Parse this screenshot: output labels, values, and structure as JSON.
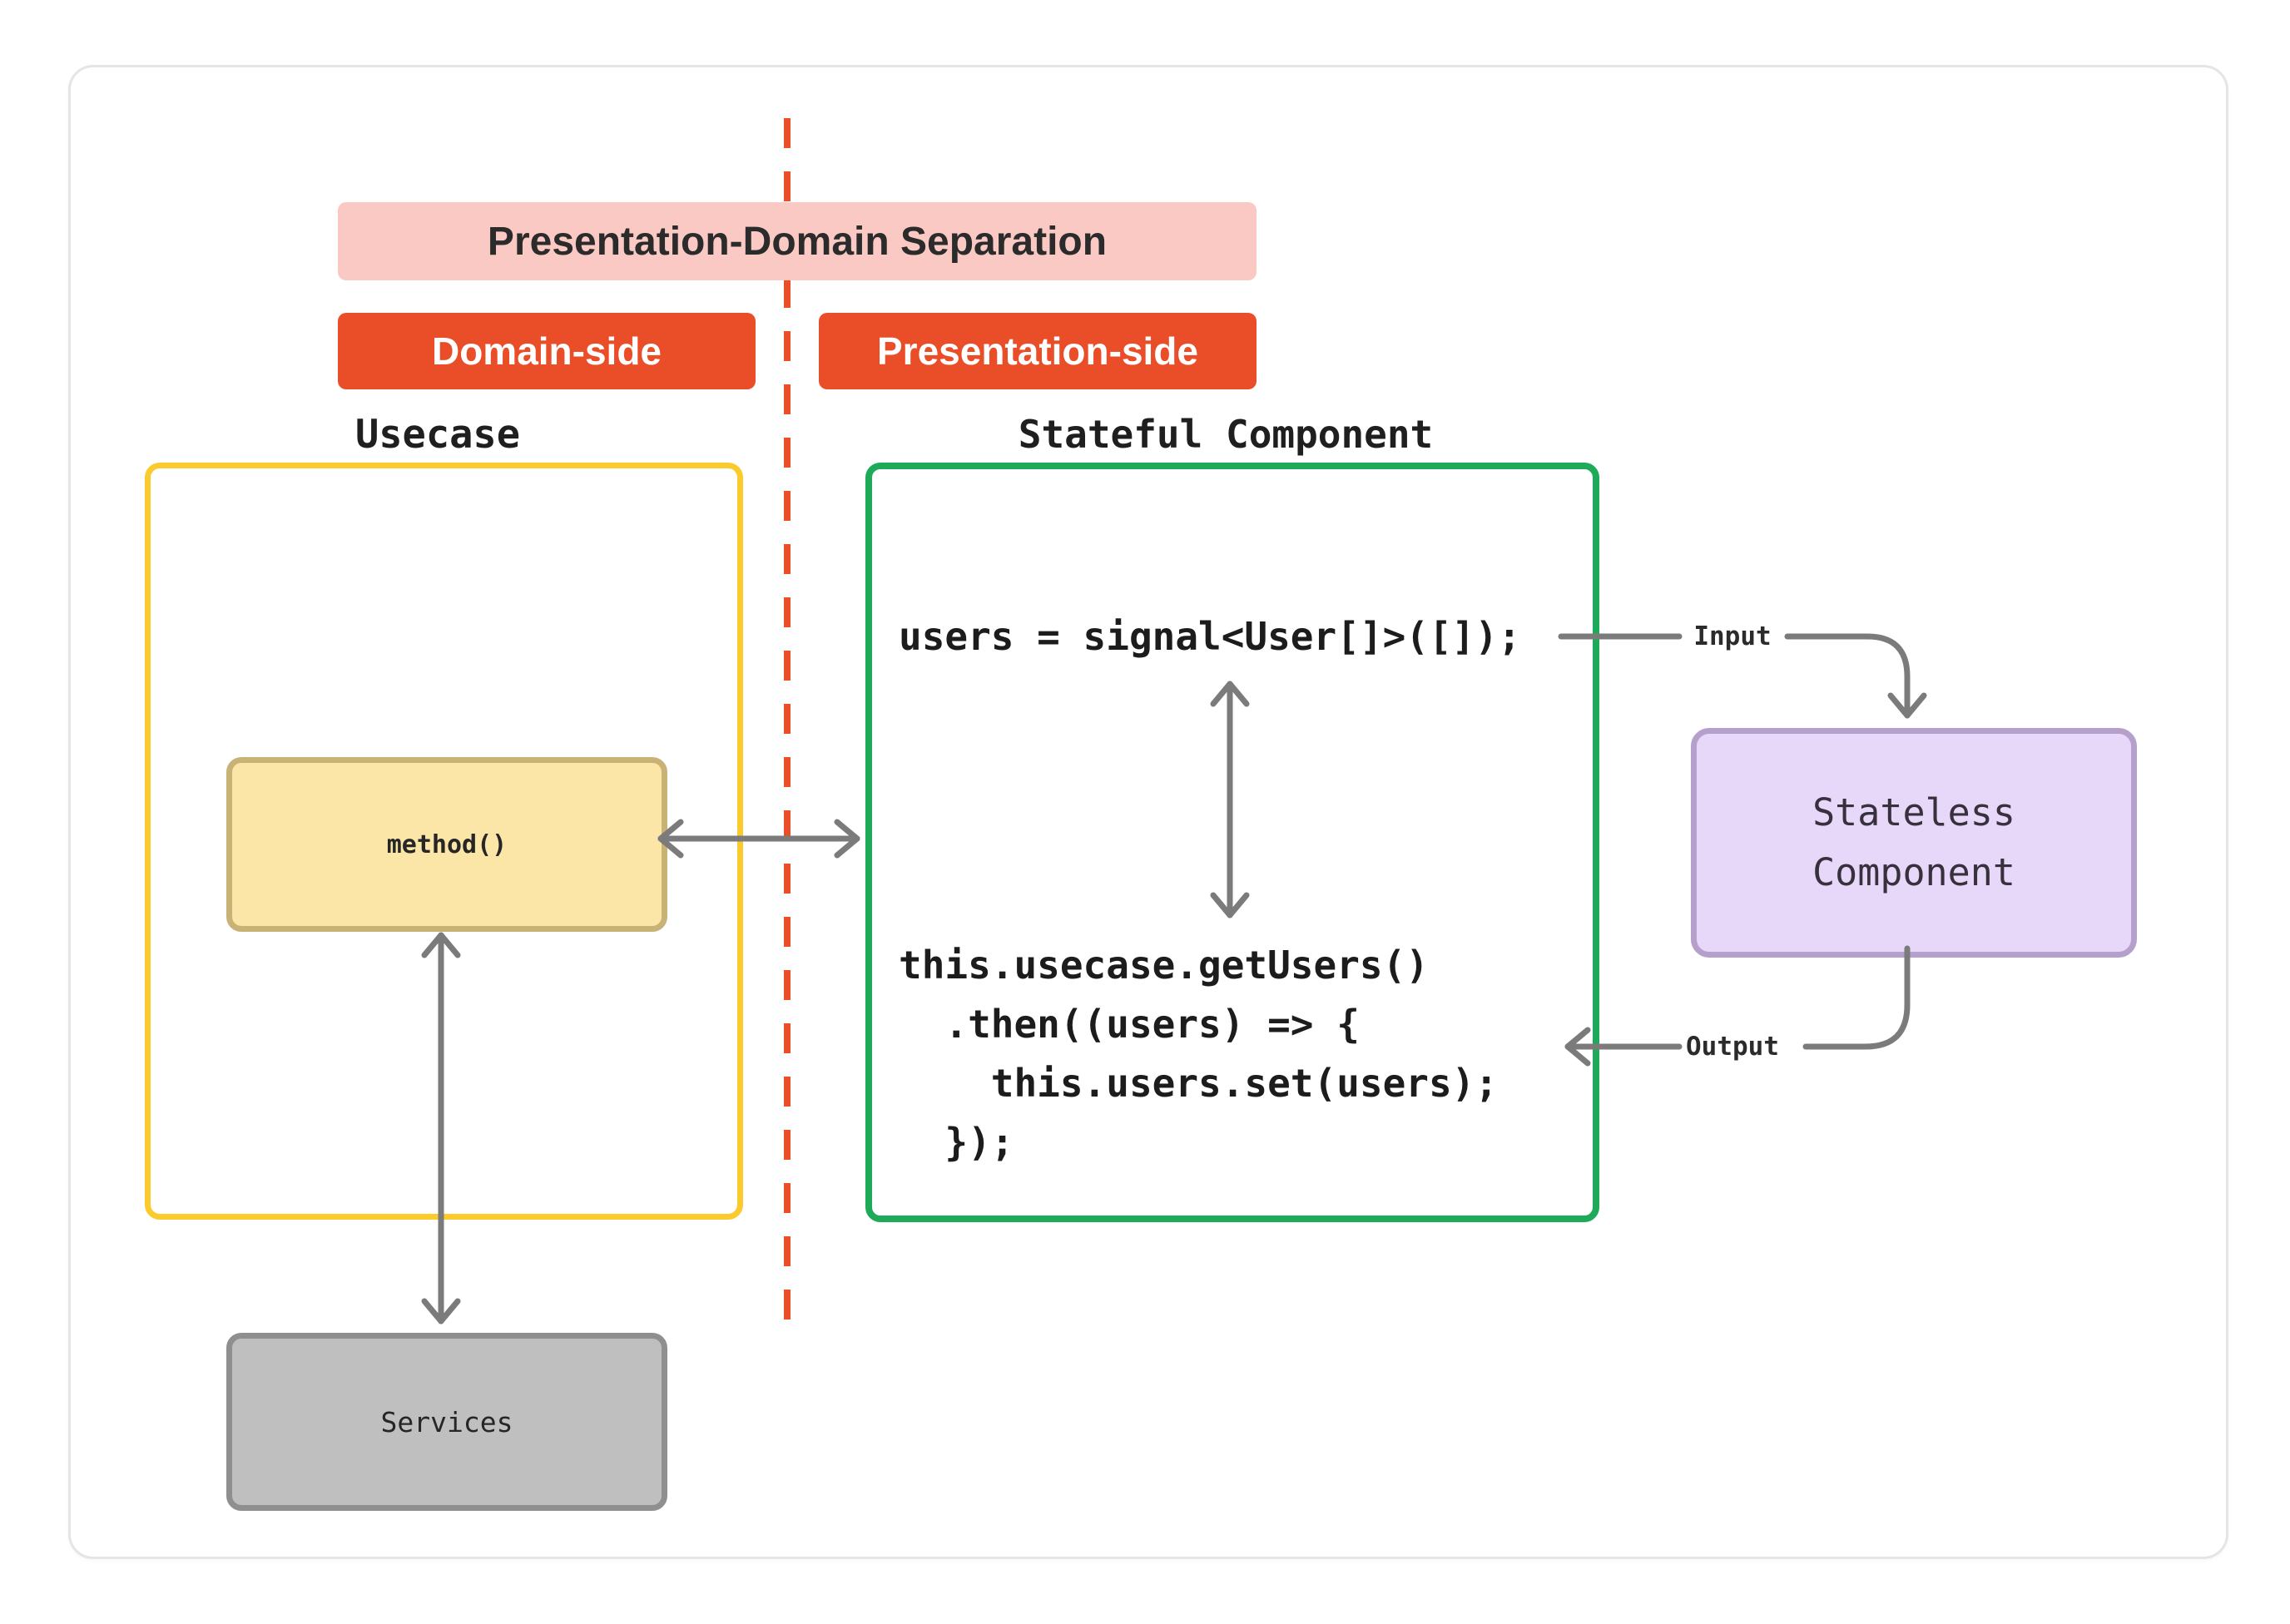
{
  "banner": {
    "title": "Presentation-Domain Separation",
    "domain": "Domain-side",
    "presentation": "Presentation-side"
  },
  "domain_side": {
    "section_label": "Usecase",
    "method_box_label": "method()",
    "services_box_label": "Services"
  },
  "presentation_side": {
    "section_label": "Stateful Component",
    "signal_code": "users = signal<User[]>([]);",
    "usecase_call_code": "this.usecase.getUsers()\n  .then((users) => {\n    this.users.set(users);\n  });",
    "stateless_box_label": "Stateless\nComponent"
  },
  "flow": {
    "input_label": "Input",
    "output_label": "Output"
  },
  "colors": {
    "accent-red": "#EA4E28",
    "pink-banner": "#FAC9C4",
    "yellow-border": "#FBCB2D",
    "method-fill": "#FBE5A7",
    "method-border": "#C9B276",
    "green-border": "#1FAA59",
    "services-fill": "#BFBFBF",
    "services-border": "#8F8F8F",
    "purple-fill": "#E7D7F8",
    "purple-border": "#B4A0CB",
    "arrow-gray": "#7B7B7B",
    "card-border": "#E5E5E5"
  }
}
